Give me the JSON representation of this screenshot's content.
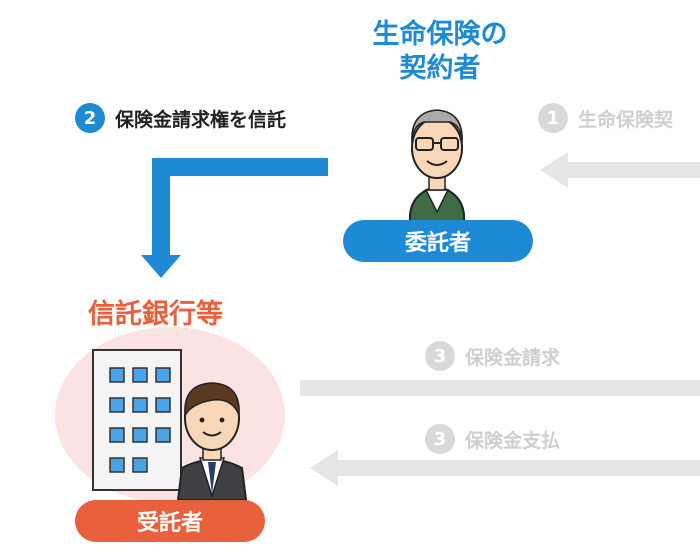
{
  "insurance_contractor": {
    "line1": "生命保険の",
    "line2": "契約者"
  },
  "settlor_label": "委託者",
  "trust_bank_label": "信託銀行等",
  "trustee_label": "受託者",
  "steps": [
    {
      "num": "2",
      "text": "保険金請求権を信託"
    },
    {
      "num": "1",
      "text": "生命保険契"
    },
    {
      "num": "3",
      "text": "保険金請求"
    },
    {
      "num": "3",
      "text": "保険金支払"
    }
  ],
  "colors": {
    "blue": "#1e8ad6",
    "red": "#e8603c",
    "gray": "#e6e6e6",
    "pink": "#fbe3e3"
  }
}
